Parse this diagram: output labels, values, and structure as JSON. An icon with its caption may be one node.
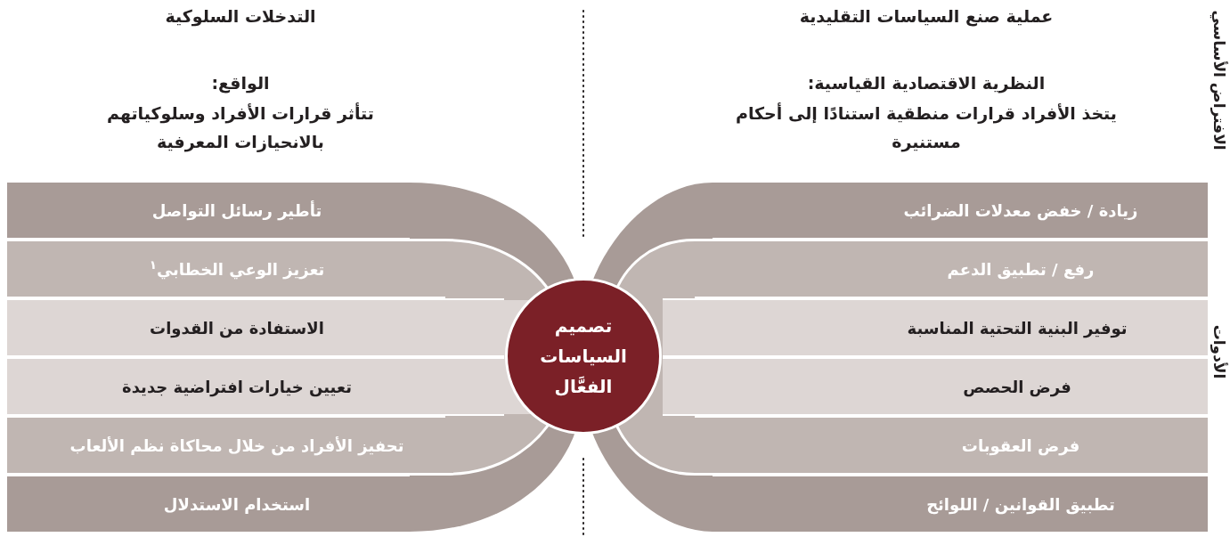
{
  "diagram": {
    "nodes": [
      {
        "text": [
          "تصميم السياسات الفعَّال"
        ]
      },
      {
        "text": [
          "زيادة / خفض معدلات الضرائب"
        ]
      },
      {
        "text": [
          "رفع / تطبيق الدعم"
        ]
      },
      {
        "text": [
          "توفير البنية التحتية المناسبة"
        ]
      },
      {
        "text": [
          "فرض الحصص"
        ]
      },
      {
        "text": [
          "فرض العقوبات"
        ]
      },
      {
        "text": [
          "تطبيق القوانين / اللوائح"
        ]
      },
      {
        "text": [
          "تأطير رسائل التواصل"
        ]
      },
      {
        "text": [
          "تعزيز الوعي الخطابي$^{١}$"
        ]
      },
      {
        "text": [
          "الاستفادة من القدوات"
        ]
      },
      {
        "text": [
          "تعيين خيارات افتراضية جديدة"
        ]
      },
      {
        "text": [
          "تحفيز الأفراد من خلال محاكاة نظم الألعاب"
        ]
      },
      {
        "text": [
          "استخدام الاستدلال"
        ]
      }
    ],
    "labels": [
      "الافتراض الأساسي",
      "عملية صنع السياسات التقليدية",
      "النظرية الاقتصادية القياسية:",
      "يتخذ الأفراد قرارات منطقية استنادًا إلى أحكام مستنيرة",
      "التدخلات السلوكية",
      "الواقع:",
      "تتأثر قرارات الأفراد وسلوكياتهم بالانحيازات المعرفية",
      "الأدوات"
    ]
  }
}
